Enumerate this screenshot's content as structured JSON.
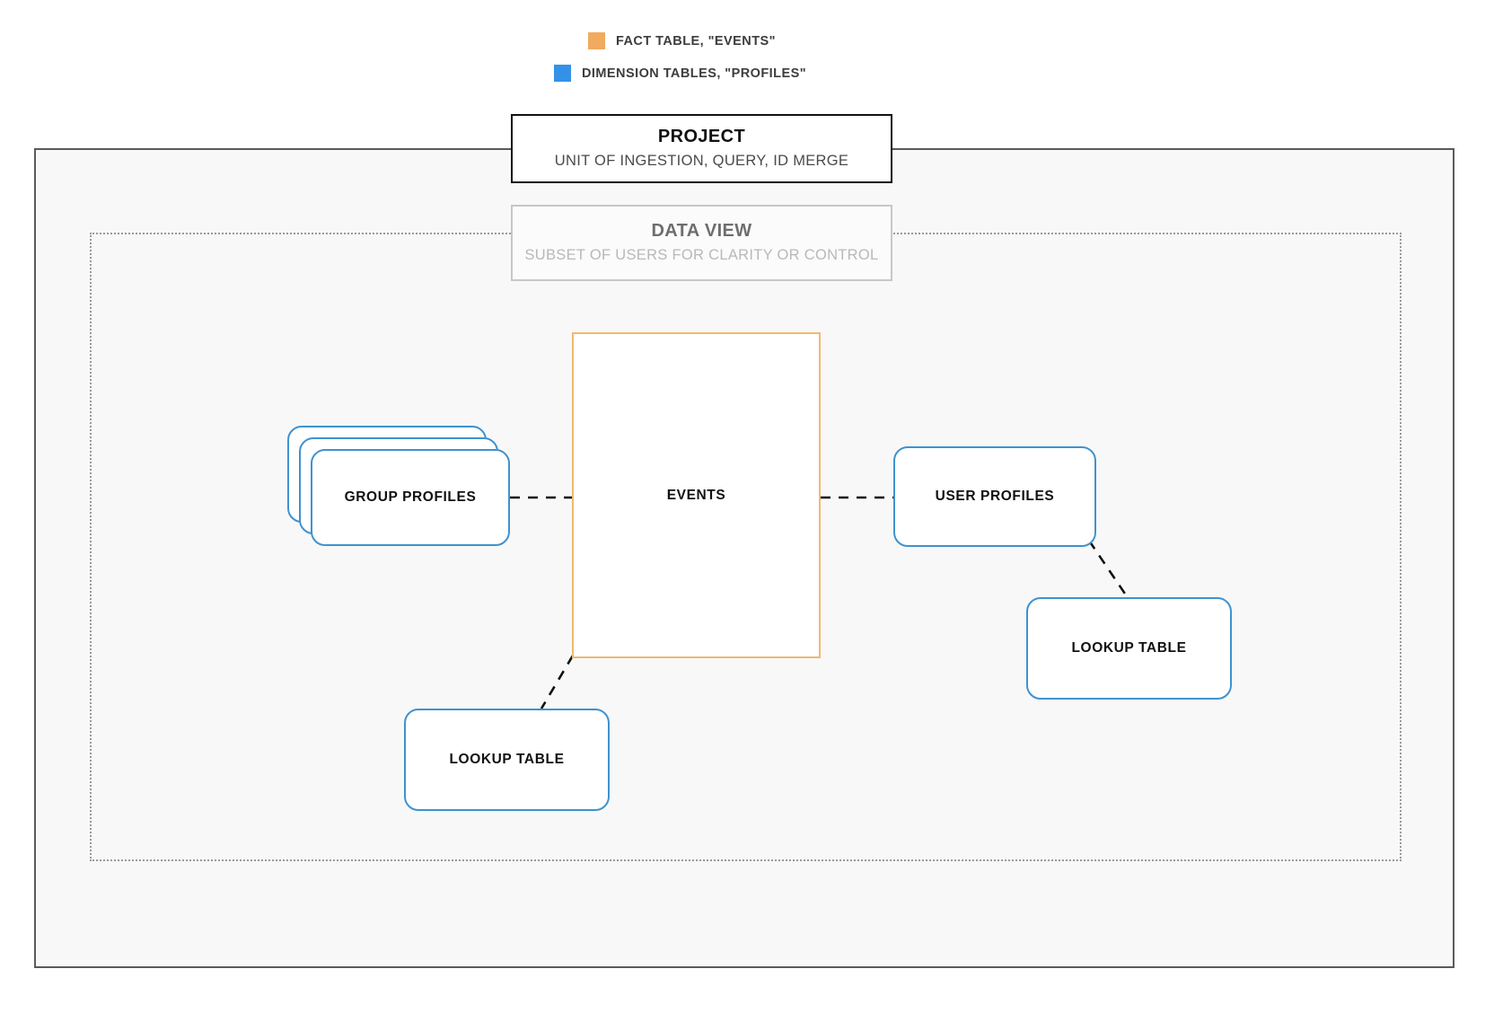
{
  "legend": {
    "items": [
      {
        "label": "FACT TABLE, \"EVENTS\"",
        "color": "#f0ab5e",
        "icon": "square-swatch-icon"
      },
      {
        "label": "DIMENSION TABLES, \"PROFILES\"",
        "color": "#3392e8",
        "icon": "square-swatch-icon"
      }
    ]
  },
  "containers": {
    "project": {
      "title": "PROJECT",
      "subtitle": "UNIT OF INGESTION, QUERY, ID MERGE",
      "border_color": "#111111"
    },
    "data_view": {
      "title": "DATA VIEW",
      "subtitle": "SUBSET OF USERS FOR CLARITY OR CONTROL",
      "border_color": "#c7c7c7"
    }
  },
  "nodes": {
    "events": {
      "label": "EVENTS",
      "type": "fact-table",
      "color": "#eeba6f"
    },
    "group_profiles": {
      "label": "GROUP PROFILES",
      "type": "dimension-table-stack",
      "color": "#3f92cf",
      "stack_count": 3
    },
    "user_profiles": {
      "label": "USER PROFILES",
      "type": "dimension-table",
      "color": "#3f92cf"
    },
    "lookup_left": {
      "label": "LOOKUP TABLE",
      "type": "lookup-table",
      "color": "#3f92cf"
    },
    "lookup_right": {
      "label": "LOOKUP TABLE",
      "type": "lookup-table",
      "color": "#3f92cf"
    }
  },
  "connectors": [
    {
      "from": "group_profiles",
      "to": "events",
      "style": "dashed"
    },
    {
      "from": "events",
      "to": "user_profiles",
      "style": "dashed"
    },
    {
      "from": "user_profiles",
      "to": "lookup_right",
      "style": "dashed"
    },
    {
      "from": "events",
      "to": "lookup_left",
      "style": "dashed"
    }
  ]
}
